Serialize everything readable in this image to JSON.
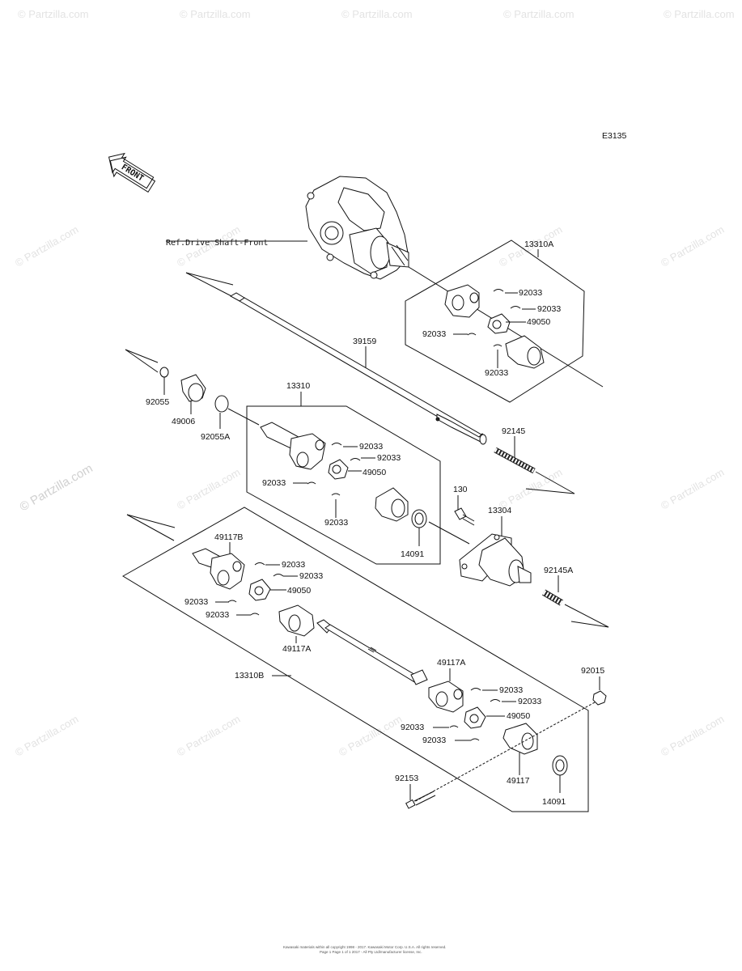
{
  "diagram": {
    "code": "E3135",
    "front_badge": "FRONT",
    "ref_label": "Ref.Drive Shaft-Front",
    "watermark": "© Partzilla.com",
    "parts": {
      "p13310A": "13310A",
      "p39159": "39159",
      "p92055": "92055",
      "p49006": "49006",
      "p92055A": "92055A",
      "p13310": "13310",
      "p92145": "92145",
      "p130": "130",
      "p13304": "13304",
      "p14091a": "14091",
      "p92145A": "92145A",
      "p49117B": "49117B",
      "p49117A_1": "49117A",
      "p13310B": "13310B",
      "p49117A_2": "49117A",
      "p92015": "92015",
      "p92153": "92153",
      "p49117": "49117",
      "p14091b": "14091",
      "p49050": "49050",
      "p92033": "92033"
    },
    "footer_line1": "Kawasaki materials within all copyright 1998 - 2017. Kawasaki Motor Corp. U.S.A. All rights reserved.",
    "footer_line2": "Page 1 Page 1 of 1 2017 - All Pty Ltd/manufacturer license, Inc."
  }
}
